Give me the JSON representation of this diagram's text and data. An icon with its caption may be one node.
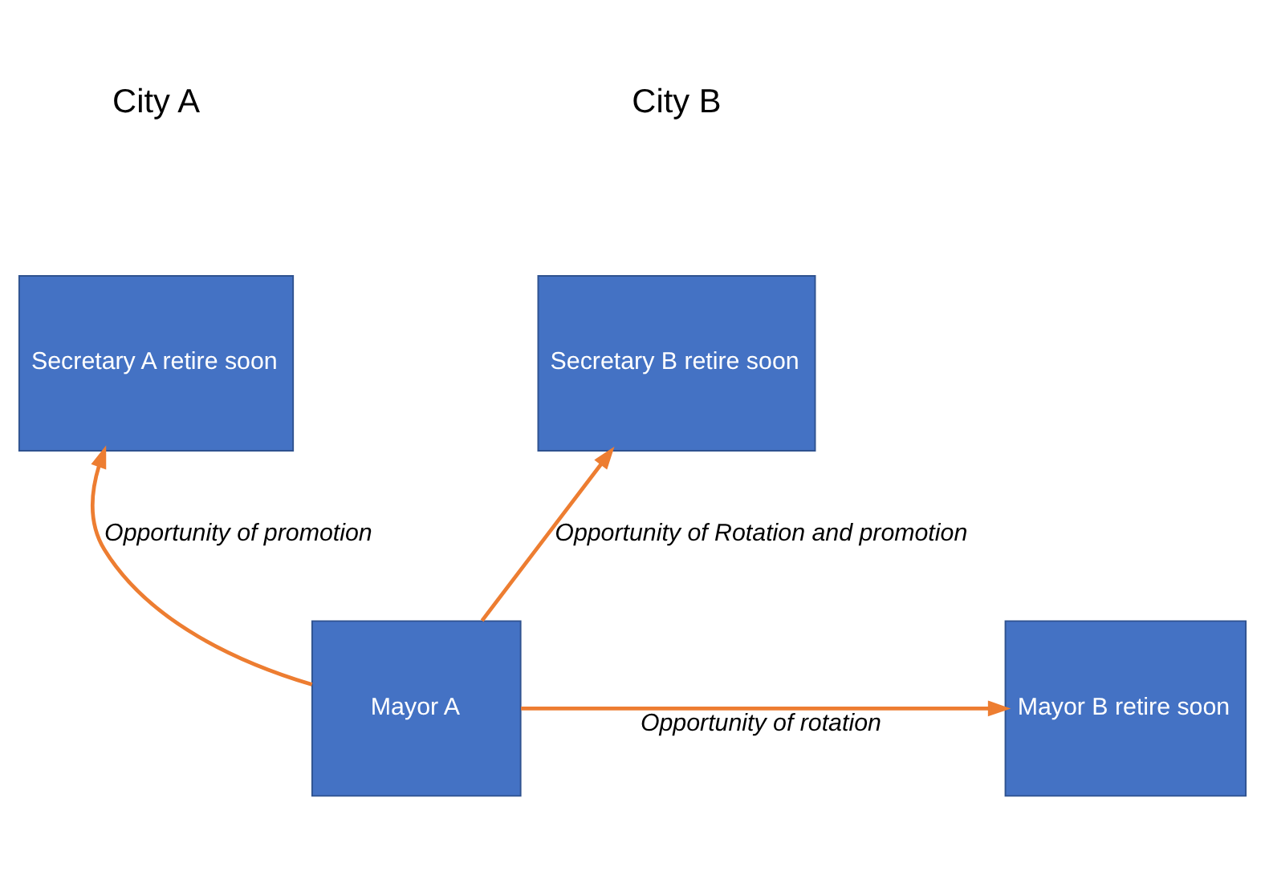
{
  "diagram": {
    "nodes": [
      {
        "text": [
          "Secretary A retire soon"
        ]
      },
      {
        "text": [
          "Secretary B retire soon"
        ]
      },
      {
        "text": [
          "Mayor A"
        ]
      },
      {
        "text": [
          "Mayor B retire soon"
        ]
      }
    ],
    "edges": [
      {
        "from": 2,
        "to": 0,
        "arrow": "to",
        "label": "Opportunity of promotion",
        "color": "#ed7d31"
      },
      {
        "from": 2,
        "to": 1,
        "arrow": "to",
        "label": "Opportunity of Rotation and promotion",
        "color": "#ed7d31"
      },
      {
        "from": 2,
        "to": 3,
        "arrow": "to",
        "label": "Opportunity of rotation",
        "color": "#ed7d31"
      }
    ],
    "labels": [
      "City A",
      "City B"
    ]
  }
}
